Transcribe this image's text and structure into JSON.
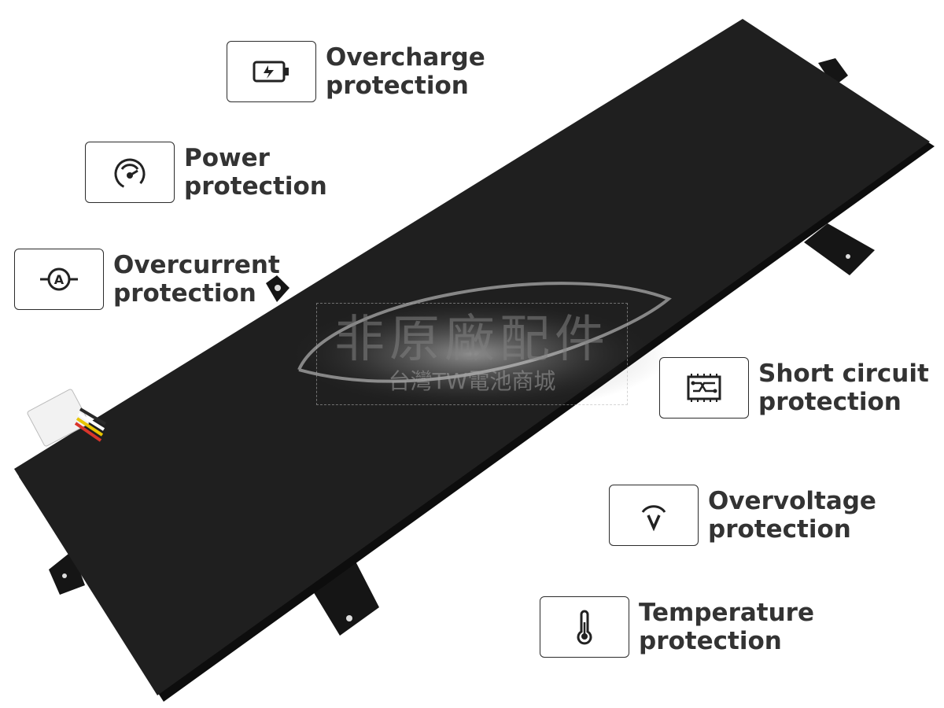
{
  "features": [
    {
      "id": "overcharge",
      "icon": "battery-charge-icon",
      "line1": "Overcharge",
      "line2": "protection"
    },
    {
      "id": "power",
      "icon": "gauge-icon",
      "line1": "Power",
      "line2": "protection"
    },
    {
      "id": "overcurrent",
      "icon": "ammeter-icon",
      "line1": "Overcurrent",
      "line2": "protection"
    },
    {
      "id": "short-circuit",
      "icon": "circuit-board-icon",
      "line1": "Short circuit",
      "line2": "protection"
    },
    {
      "id": "overvoltage",
      "icon": "voltmeter-icon",
      "line1": "Overvoltage",
      "line2": "protection"
    },
    {
      "id": "temperature",
      "icon": "thermometer-icon",
      "line1": "Temperature",
      "line2": "protection"
    }
  ],
  "watermark": {
    "main": "非原廠配件",
    "sub": "台灣TW電池商城"
  },
  "colors": {
    "battery_body": "#1c1c1c",
    "text": "#333333",
    "connector_wires": [
      "#d9352b",
      "#e8c400",
      "#ffffff",
      "#222222"
    ]
  }
}
